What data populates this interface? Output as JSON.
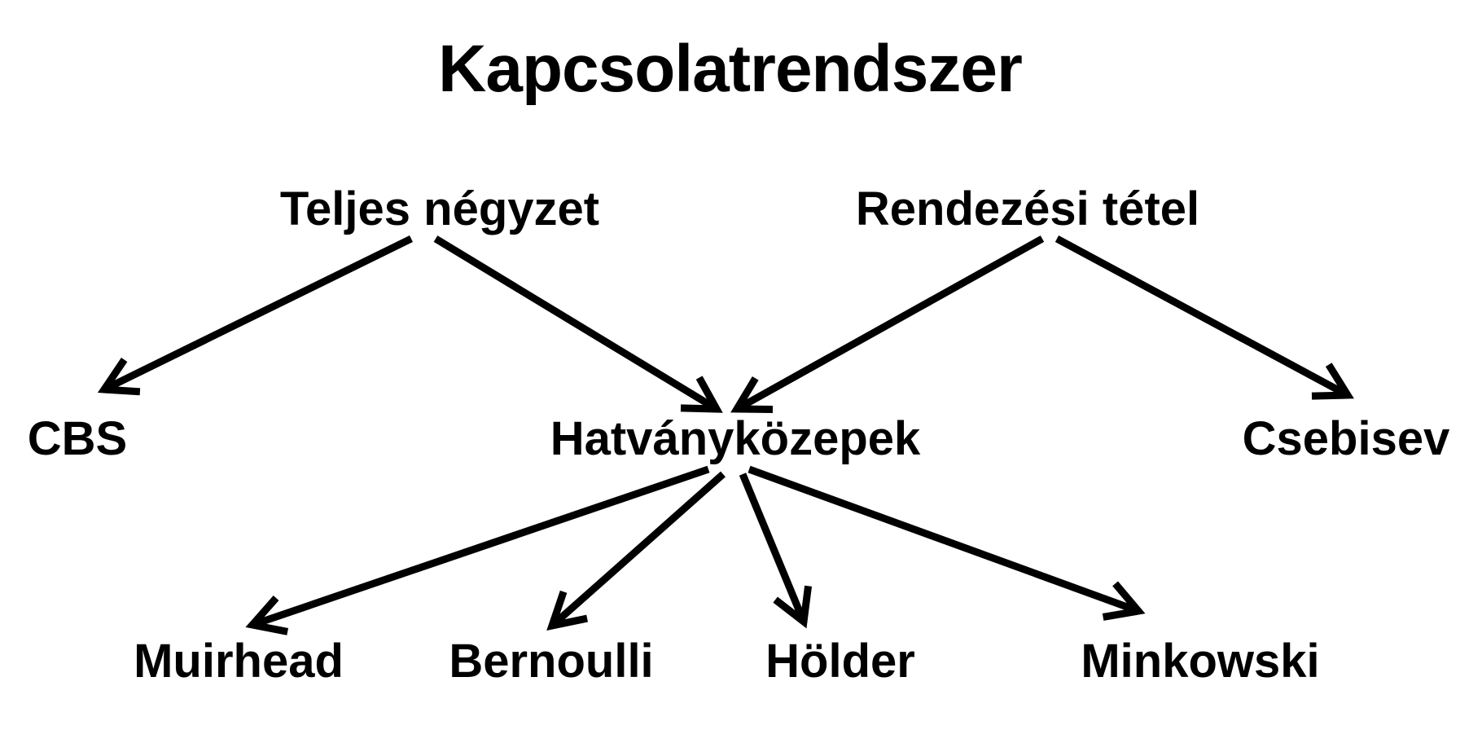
{
  "title": "Kapcsolatrendszer",
  "nodes": {
    "teljes": "Teljes négyzet",
    "rendezesi": "Rendezési tétel",
    "cbs": "CBS",
    "hatvany": "Hatványközepek",
    "csebisev": "Csebisev",
    "muirhead": "Muirhead",
    "bernoulli": "Bernoulli",
    "holder": "Hölder",
    "minkowski": "Minkowski"
  },
  "edges": [
    {
      "from": "teljes",
      "to": "cbs"
    },
    {
      "from": "teljes",
      "to": "hatvany"
    },
    {
      "from": "rendezesi",
      "to": "hatvany"
    },
    {
      "from": "rendezesi",
      "to": "csebisev"
    },
    {
      "from": "hatvany",
      "to": "muirhead"
    },
    {
      "from": "hatvany",
      "to": "bernoulli"
    },
    {
      "from": "hatvany",
      "to": "holder"
    },
    {
      "from": "hatvany",
      "to": "minkowski"
    }
  ]
}
